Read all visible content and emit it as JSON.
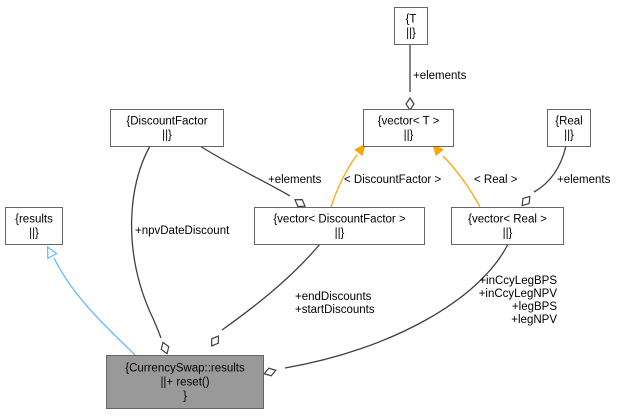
{
  "colors": {
    "node_fill": "#ffffff",
    "node_highlight_fill": "#999999",
    "node_border": "#666666",
    "edge_usage": "#404040",
    "edge_template": "#ffa500",
    "edge_inheritance": "#63b8ff",
    "text": "#000000"
  },
  "nodes": {
    "t": {
      "lines": [
        "{T",
        "||}"
      ]
    },
    "vector_t": {
      "lines": [
        "{vector< T >",
        "||}"
      ]
    },
    "real": {
      "lines": [
        "{Real",
        "||}"
      ]
    },
    "discount": {
      "lines": [
        "{DiscountFactor",
        "||}"
      ]
    },
    "vector_df": {
      "lines": [
        "{vector< DiscountFactor >",
        "||}"
      ]
    },
    "vector_real": {
      "lines": [
        "{vector< Real >",
        "||}"
      ]
    },
    "results": {
      "lines": [
        "{results",
        "||}"
      ]
    },
    "cs_results": {
      "lines": [
        "{CurrencySwap::results",
        "||+ reset()",
        "}"
      ]
    }
  },
  "edges": {
    "t_to_vector_t": {
      "kind": "usage",
      "labels": [
        "+elements"
      ]
    },
    "template_df": {
      "kind": "template",
      "labels": [
        "< DiscountFactor >"
      ]
    },
    "template_real": {
      "kind": "template",
      "labels": [
        "< Real >"
      ]
    },
    "discount_to_vector_df": {
      "kind": "usage",
      "labels": [
        "+elements"
      ]
    },
    "real_to_vector_real": {
      "kind": "usage",
      "labels": [
        "+elements"
      ]
    },
    "discount_to_cs": {
      "kind": "usage",
      "labels": [
        "+npvDateDiscount"
      ]
    },
    "vector_df_to_cs": {
      "kind": "usage",
      "labels": [
        "+endDiscounts",
        "+startDiscounts"
      ]
    },
    "vector_real_to_cs": {
      "kind": "usage",
      "labels": [
        "+inCcyLegBPS",
        "+inCcyLegNPV",
        "+legBPS",
        "+legNPV"
      ]
    },
    "results_to_cs": {
      "kind": "inheritance",
      "labels": []
    }
  }
}
